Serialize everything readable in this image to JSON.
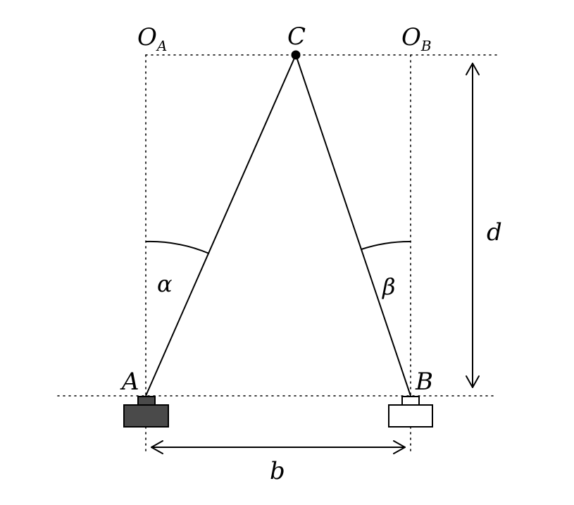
{
  "labels": {
    "oa_main": "O",
    "oa_sub": "A",
    "ob_main": "O",
    "ob_sub": "B",
    "c": "C",
    "a": "A",
    "b_point": "B",
    "alpha": "α",
    "beta": "β",
    "distance": "d",
    "baseline": "b"
  },
  "colors": {
    "camera_a_fill": "#4a4a4a",
    "camera_b_fill": "#ffffff",
    "stroke": "#000000"
  }
}
